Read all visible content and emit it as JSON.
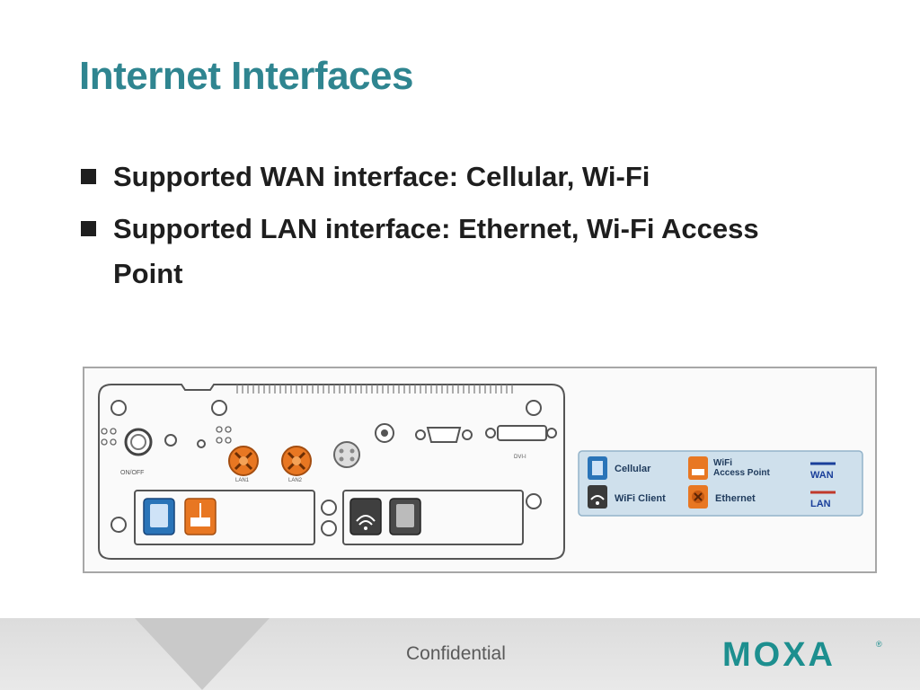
{
  "slide": {
    "title": "Internet Interfaces",
    "bullets": [
      "Supported WAN interface: Cellular, Wi-Fi",
      "Supported LAN interface: Ethernet, Wi-Fi Access Point"
    ]
  },
  "figure": {
    "panel_labels": [
      "ON/OFF",
      "LAN1",
      "LAN2",
      "DVI-I"
    ],
    "legend": {
      "items": [
        {
          "label": "Cellular",
          "icon": "cellular-icon",
          "color": "#2a74b8"
        },
        {
          "label": "WiFi Client",
          "icon": "wifi-icon",
          "color": "#3a3a3a"
        },
        {
          "label": "WiFi\nAccess Point",
          "icon": "access-point-icon",
          "color": "#e87722"
        },
        {
          "label": "Ethernet",
          "icon": "ethernet-icon",
          "color": "#e87722"
        }
      ],
      "wan": {
        "label": "WAN",
        "color": "#1a3f9a"
      },
      "lan": {
        "label": "LAN",
        "color": "#c0392b"
      }
    }
  },
  "footer": {
    "confidential": "Confidential",
    "logo": "MOXA",
    "logo_mark": "®",
    "brand_color": "#1d8f8f"
  }
}
